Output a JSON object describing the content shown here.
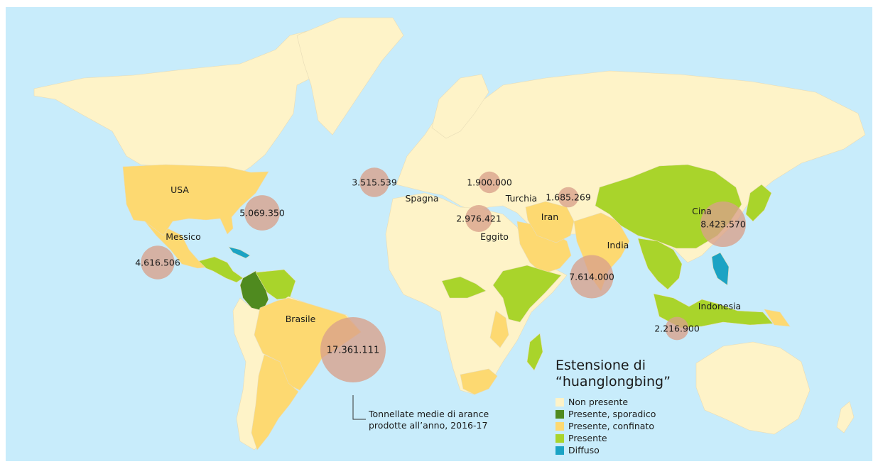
{
  "colors": {
    "ocean": "#c8ecfb",
    "non_presente": "#fef3c8",
    "presente_sporadico": "#4f8a1f",
    "presente_confinato": "#fdd971",
    "presente": "#a9d42b",
    "diffuso": "#1ba3c4",
    "bubble": "#d9a08a",
    "border": "#e7dcb7"
  },
  "legend": {
    "title_line1": "Estensione di",
    "title_line2": "“huanglongbing”",
    "items": [
      {
        "label": "Non presente",
        "color_key": "non_presente"
      },
      {
        "label": "Presente, sporadico",
        "color_key": "presente_sporadico"
      },
      {
        "label": "Presente, confinato",
        "color_key": "presente_confinato"
      },
      {
        "label": "Presente",
        "color_key": "presente"
      },
      {
        "label": "Diffuso",
        "color_key": "diffuso"
      }
    ]
  },
  "note": {
    "line1": "Tonnellate medie di arance",
    "line2": "prodotte all’anno, 2016-17"
  },
  "country_labels": [
    {
      "id": "usa",
      "text": "USA"
    },
    {
      "id": "messico",
      "text": "Messico"
    },
    {
      "id": "brasile",
      "text": "Brasile"
    },
    {
      "id": "spagna",
      "text": "Spagna"
    },
    {
      "id": "turchia",
      "text": "Turchia"
    },
    {
      "id": "eggito",
      "text": "Eggito"
    },
    {
      "id": "iran",
      "text": "Iran"
    },
    {
      "id": "india",
      "text": "India"
    },
    {
      "id": "cina",
      "text": "Cina"
    },
    {
      "id": "indonesia",
      "text": "Indonesia"
    }
  ],
  "production": [
    {
      "id": "usa",
      "value": 5069350,
      "label": "5.069.350"
    },
    {
      "id": "messico",
      "value": 4616506,
      "label": "4.616.506"
    },
    {
      "id": "brasile",
      "value": 17361111,
      "label": "17.361.111"
    },
    {
      "id": "spagna",
      "value": 3515539,
      "label": "3.515.539"
    },
    {
      "id": "turchia",
      "value": 1900000,
      "label": "1.900.000"
    },
    {
      "id": "eggito",
      "value": 2976421,
      "label": "2.976.421"
    },
    {
      "id": "iran",
      "value": 1685269,
      "label": "1.685.269"
    },
    {
      "id": "india",
      "value": 7614000,
      "label": "7.614.000"
    },
    {
      "id": "cina",
      "value": 8423570,
      "label": "8.423.570"
    },
    {
      "id": "indonesia",
      "value": 2216900,
      "label": "2.216.900"
    }
  ]
}
